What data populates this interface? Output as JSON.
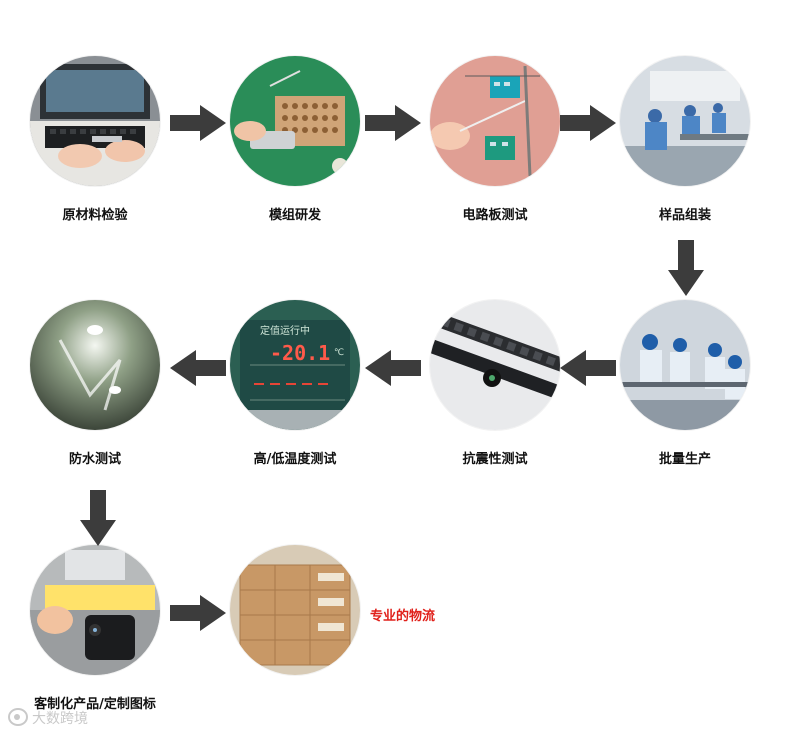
{
  "steps": [
    {
      "label": "原材料检验"
    },
    {
      "label": "模组研发"
    },
    {
      "label": "电路板测试"
    },
    {
      "label": "样品组装"
    },
    {
      "label": "批量生产"
    },
    {
      "label": "抗震性测试"
    },
    {
      "label": "高/低温度测试"
    },
    {
      "label": "防水测试"
    },
    {
      "label": "客制化产品/定制图标"
    },
    {
      "label": ""
    }
  ],
  "logistics_label": "专业的物流",
  "logistics_color": "#e0201a",
  "thermometer_display": {
    "status": "定值运行中",
    "value": "-20.1",
    "unit": "℃"
  },
  "watermark": "大数跨境",
  "arrow_color": "#3c3c3c"
}
